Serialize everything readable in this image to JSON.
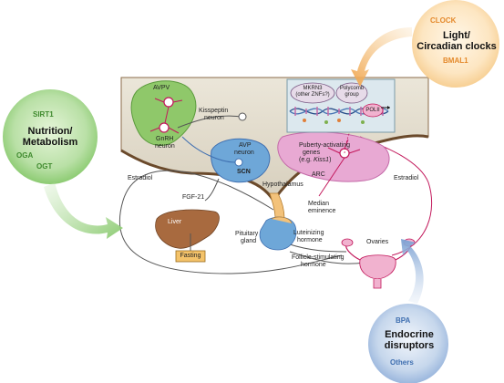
{
  "colors": {
    "nutrition": "#b9e0a6",
    "nutrition_text": "#3f8a2e",
    "circadian": "#fde6c2",
    "circadian_text": "#e4892b",
    "disruptors": "#c6d7ec",
    "disruptors_text": "#3f6fb0",
    "avpv": "#8fc86a",
    "scn": "#6ea7d8",
    "arc": "#e8a9d3",
    "liver": "#a86a3f",
    "fasting_box": "#f4c36a",
    "brain": "#ddd6c6"
  },
  "nutrition": {
    "top": "SIRT1",
    "title_line1": "Nutrition/",
    "title_line2": "Metabolism",
    "left": "OGA",
    "bottom": "OGT"
  },
  "circadian": {
    "top": "CLOCK",
    "title_line1": "Light/",
    "title_line2": "Circadian clocks",
    "bottom": "BMAL1"
  },
  "disruptors": {
    "top": "BPA",
    "title_line1": "Endocrine",
    "title_line2": "disruptors",
    "bottom": "Others"
  },
  "brain": {
    "avpv": "AVPV",
    "gnrh_line1": "GnRH",
    "gnrh_line2": "neuron",
    "kiss_line1": "Kisspeptin",
    "kiss_line2": "neuron",
    "avp_line1": "AVP",
    "avp_line2": "neuron",
    "scn": "SCN",
    "hypothalamus": "Hypothalamus",
    "arc": "ARC",
    "median_line1": "Median",
    "median_line2": "eminence",
    "puberty_line1": "Puberty-activating",
    "puberty_line2": "genes",
    "puberty_line3_prefix": "(e.g. ",
    "puberty_line3_gene": "Kiss1",
    "puberty_line3_suffix": ")"
  },
  "inset": {
    "mkrn_line1": "MKRN3",
    "mkrn_line2": "(other ZNFs?)",
    "polycomb_line1": "Polycomb",
    "polycomb_line2": "group",
    "pol": "POLII"
  },
  "body": {
    "estradiol_left": "Estradiol",
    "estradiol_right": "Estradiol",
    "fgf": "FGF-21",
    "liver": "Liver",
    "fasting": "Fasting",
    "pituitary_line1": "Pituitary",
    "pituitary_line2": "gland",
    "lh_line1": "Luteinizing",
    "lh_line2": "hormone",
    "fsh_line1": "Follicle-stimulating",
    "fsh_line2": "hormone",
    "ovaries": "Ovaries"
  }
}
